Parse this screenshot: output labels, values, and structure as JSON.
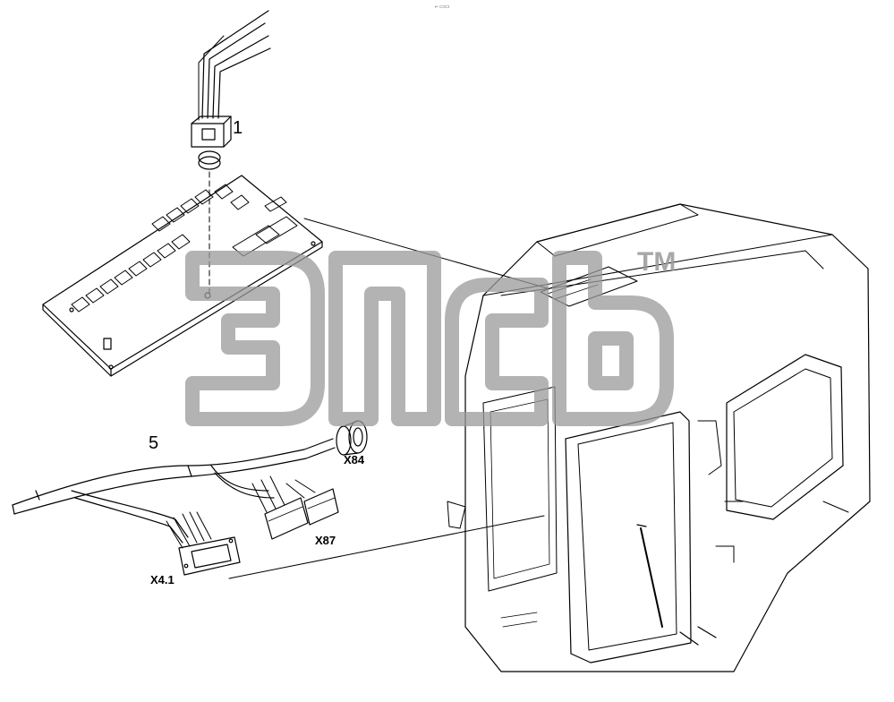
{
  "header_mark": "⌐ ▭▭",
  "callouts": {
    "part_1": "1",
    "part_5": "5",
    "connector_x84": "X84",
    "connector_x87": "X87",
    "connector_x41": "X4.1"
  },
  "watermark": {
    "logo_text": "эпсв",
    "trademark": "TM",
    "color": "#9a9a9a"
  },
  "colors": {
    "line": "#000000",
    "background": "#ffffff"
  }
}
